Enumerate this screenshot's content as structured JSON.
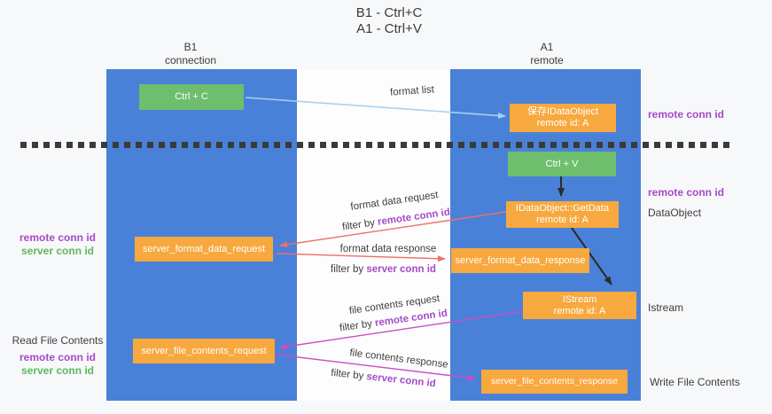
{
  "title": {
    "line1": "B1 - Ctrl+C",
    "line2": "A1 - Ctrl+V"
  },
  "columns": {
    "left": {
      "header_line1": "B1",
      "header_line2": "connection"
    },
    "right": {
      "header_line1": "A1",
      "header_line2": "remote"
    }
  },
  "boxes": {
    "ctrl_c": {
      "label": "Ctrl + C"
    },
    "ctrl_v": {
      "label": "Ctrl + V"
    },
    "save_dataobject": {
      "line1": "保存IDataObject",
      "line2": "remote id: A"
    },
    "getdata": {
      "line1": "IDataObject::GetData",
      "line2": "remote id: A"
    },
    "istream": {
      "line1": "IStream",
      "line2": "remote id: A"
    },
    "format_request": {
      "label": "server_format_data_request"
    },
    "format_response": {
      "label": "server_format_data_response"
    },
    "file_request": {
      "label": "server_file_contents_request"
    },
    "file_response": {
      "label": "server_file_contents_response"
    }
  },
  "flow_labels": {
    "format_list": "format list",
    "format_request": "format data request",
    "format_request_filter_prefix": "filter by ",
    "format_request_filter_key": "remote conn id",
    "format_response": "format data response",
    "format_response_filter_prefix": "filter by ",
    "format_response_filter_key": "server conn id",
    "file_request": "file contents request",
    "file_request_filter_prefix": "filter by ",
    "file_request_filter_key": "remote conn id",
    "file_response": "file contents response",
    "file_response_filter_prefix": "filter by ",
    "file_response_filter_key": "server conn id"
  },
  "side_labels": {
    "left_format": {
      "remote": "remote conn id",
      "server": "server conn id"
    },
    "left_file": {
      "title": "Read File Contents",
      "remote": "remote conn id",
      "server": "server conn id"
    },
    "right_top": "remote conn id",
    "right_mid": "remote conn id",
    "right_dataobject": "DataObject",
    "right_istream": "Istream",
    "right_write": "Write File Contents"
  },
  "colors": {
    "column_blue": "#4a81d8",
    "box_green": "#6ebe6e",
    "box_orange": "#f7a83e",
    "purple": "#a64ac6",
    "green_text": "#5cb85c",
    "arrow_salmon": "#ed7166",
    "arrow_magenta": "#cb4dc4",
    "arrow_lightblue": "#a6d2ef",
    "arrow_black": "#2b2b2b"
  }
}
